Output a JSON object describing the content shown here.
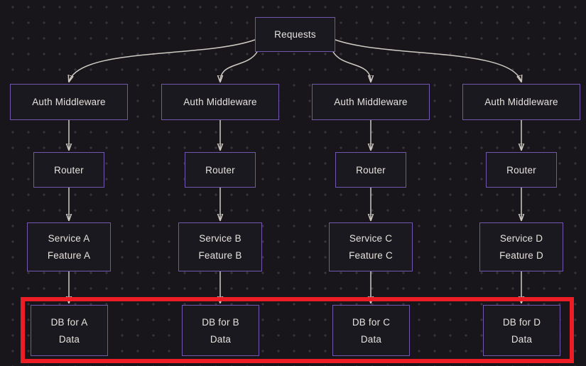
{
  "diagram": {
    "root": {
      "label": "Requests"
    },
    "columns": [
      {
        "key": "A",
        "auth": "Auth Middleware",
        "router": "Router",
        "service": [
          "Service A",
          "Feature A"
        ],
        "db": [
          "DB for A",
          "Data"
        ]
      },
      {
        "key": "B",
        "auth": "Auth Middleware",
        "router": "Router",
        "service": [
          "Service B",
          "Feature B"
        ],
        "db": [
          "DB for B",
          "Data"
        ]
      },
      {
        "key": "C",
        "auth": "Auth Middleware",
        "router": "Router",
        "service": [
          "Service C",
          "Feature C"
        ],
        "db": [
          "DB for C",
          "Data"
        ]
      },
      {
        "key": "D",
        "auth": "Auth Middleware",
        "router": "Router",
        "service": [
          "Service D",
          "Feature D"
        ],
        "db": [
          "DB for D",
          "Data"
        ]
      }
    ],
    "highlight": {
      "shape": "rectangle",
      "color": "#ec1d24",
      "encloses_row": "database-nodes"
    },
    "colors": {
      "background": "#18161b",
      "node_fill": "#1b1920",
      "node_border": "#7158ae",
      "arrow": "#cfcac3",
      "text": "#e6e2dc"
    }
  }
}
